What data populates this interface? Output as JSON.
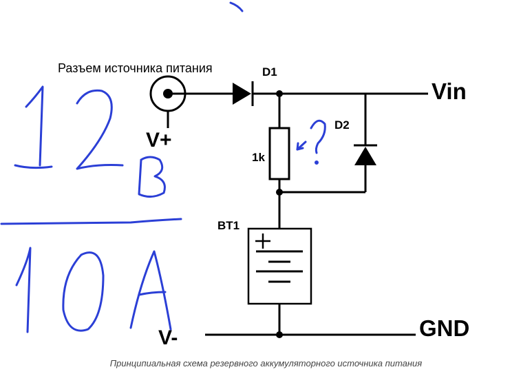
{
  "labels": {
    "connector": "Разъем источника питания",
    "d1": "D1",
    "d2": "D2",
    "r1": "1k",
    "bt1": "BT1",
    "vplus": "V+",
    "vminus": "V-",
    "vin": "Vin",
    "gnd": "GND"
  },
  "caption": "Принципиальная схема резервного аккумуляторного источника питания",
  "handwriting": {
    "voltage": "12",
    "voltage_unit": "В",
    "current": "10A",
    "question": "?",
    "color": "#2b3fd6"
  },
  "colors": {
    "wire": "#000000",
    "ink": "#2b3fd6",
    "caption": "#444444"
  }
}
